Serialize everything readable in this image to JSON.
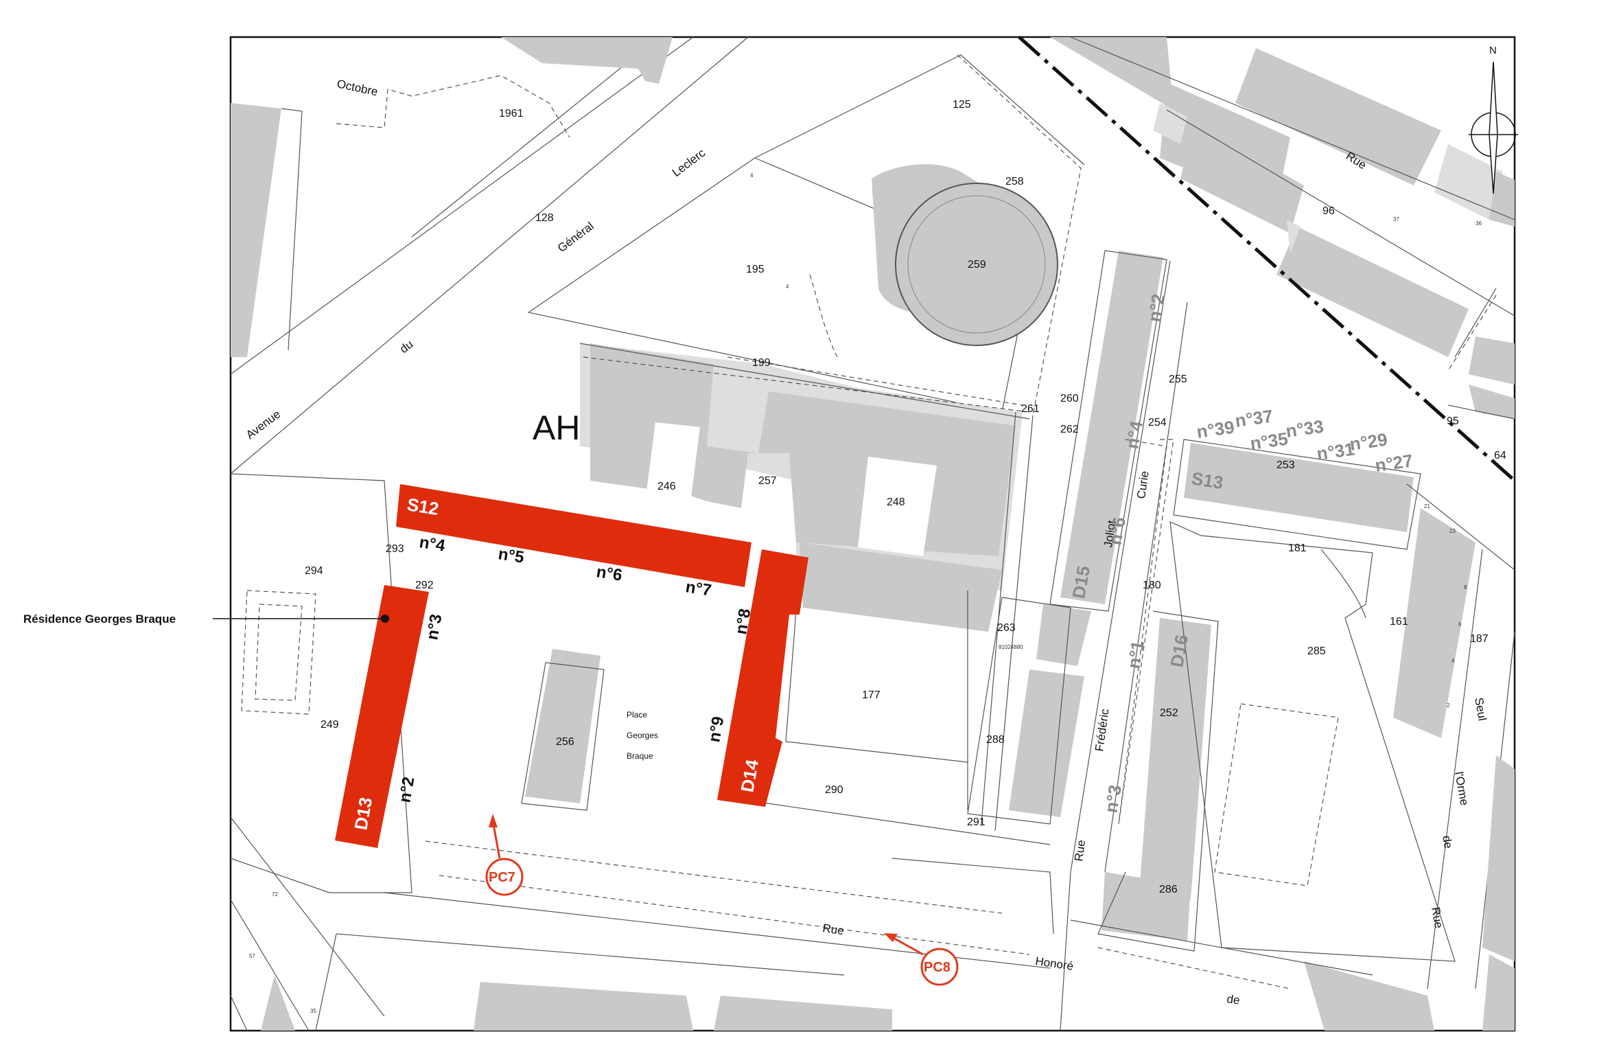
{
  "frame": {
    "grid_label": "AH",
    "north_label": "N"
  },
  "legend": {
    "residence_label": "Résidence Georges Braque"
  },
  "parcels": [
    "1961",
    "125",
    "258",
    "259",
    "195",
    "128",
    "199",
    "96",
    "255",
    "261",
    "260",
    "262",
    "254",
    "253",
    "246",
    "257",
    "248",
    "293",
    "294",
    "292",
    "263",
    "181",
    "180",
    "161",
    "187",
    "285",
    "177",
    "249",
    "256",
    "288",
    "252",
    "290",
    "291",
    "286",
    "95",
    "64"
  ],
  "street_words": [
    "Octobre",
    "Leclerc",
    "Général",
    "du",
    "Avenue",
    "Rue",
    "Curie",
    "Joliot",
    "Frédéric",
    "Rue",
    "Rue",
    "Honoré",
    "de",
    "Seul",
    "l'Orme",
    "de",
    "Rue"
  ],
  "place_label": [
    "Place",
    "Georges",
    "Braque"
  ],
  "buildings_red": [
    "S12",
    "D13",
    "D14"
  ],
  "buildings_grey": [
    "S13",
    "D15",
    "D16"
  ],
  "entrances_black": [
    "n°4",
    "n°5",
    "n°6",
    "n°7",
    "n°3",
    "n°2",
    "n°8",
    "n°9"
  ],
  "entrances_grey": [
    "n°2",
    "n°4",
    "n°6",
    "n°1",
    "n°3",
    "n°39",
    "n°37",
    "n°35",
    "n°33",
    "n°31",
    "n°29",
    "n°27"
  ],
  "photo_points": [
    "PC7",
    "PC8"
  ],
  "tiny_numbers": [
    "4",
    "4",
    "37",
    "36",
    "21",
    "23",
    "8",
    "6",
    "4",
    "2",
    "72",
    "57",
    "35",
    "81024880"
  ],
  "colors": {
    "highlight": "#df2c0c",
    "building": "#c9c9c9",
    "building_light": "#dedede",
    "marker": "#e03a1b"
  },
  "icons": [
    "north-arrow-icon",
    "callout-dot-icon",
    "photo-point-icon"
  ]
}
